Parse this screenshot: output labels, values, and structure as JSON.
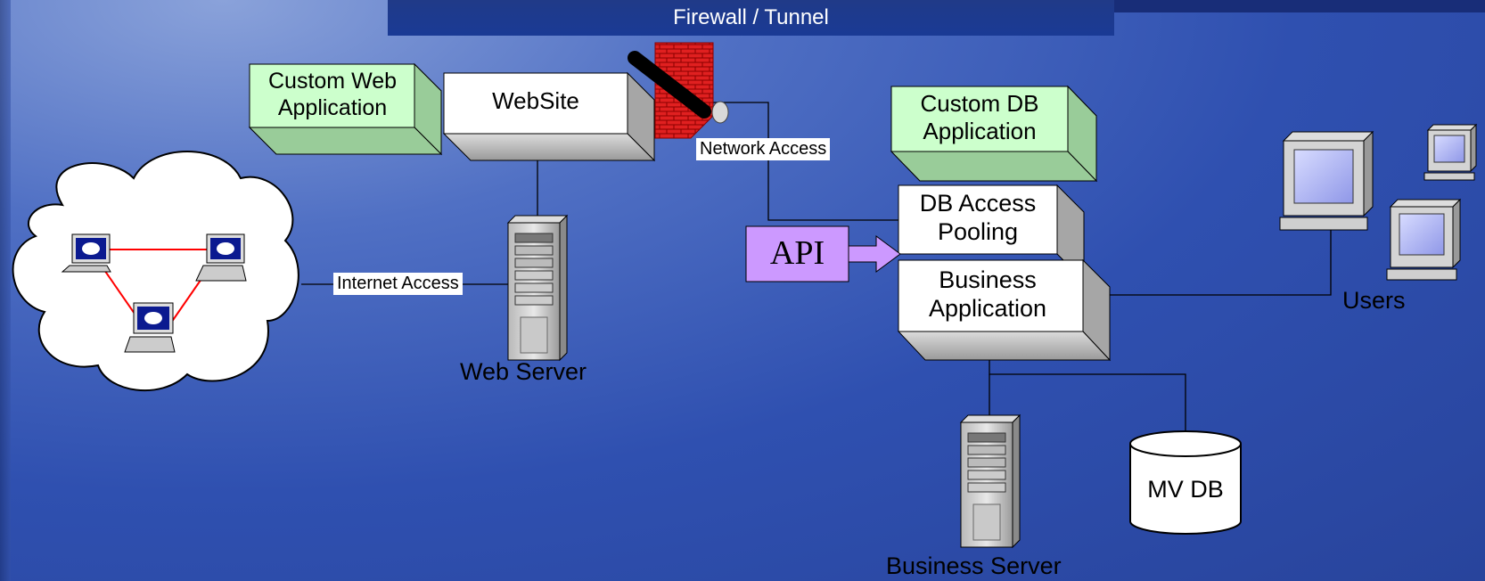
{
  "header": {
    "title": "Firewall / Tunnel"
  },
  "nodes": {
    "custom_web_app": "Custom Web Application",
    "website": "WebSite",
    "custom_db_app": "Custom DB Application",
    "db_access": "DB Access Pooling",
    "business_app": "Business Application",
    "api": "API",
    "mv_db": "MV DB"
  },
  "labels": {
    "network_access": "Network Access",
    "internet_access": "Internet Access",
    "web_server": "Web Server",
    "business_server": "Business Server",
    "users": "Users"
  },
  "colors": {
    "background": "#2f50b0",
    "green_box": "#ccffcc",
    "api_box": "#cc99ff",
    "firewall": "#e02020",
    "connector": "#000000",
    "network_links": "#ff0000"
  },
  "icons": [
    "cloud-icon",
    "laptop-icon",
    "server-tower-icon",
    "firewall-brick-icon",
    "desktop-computer-icon",
    "database-cylinder-icon",
    "arrow-right-icon"
  ]
}
